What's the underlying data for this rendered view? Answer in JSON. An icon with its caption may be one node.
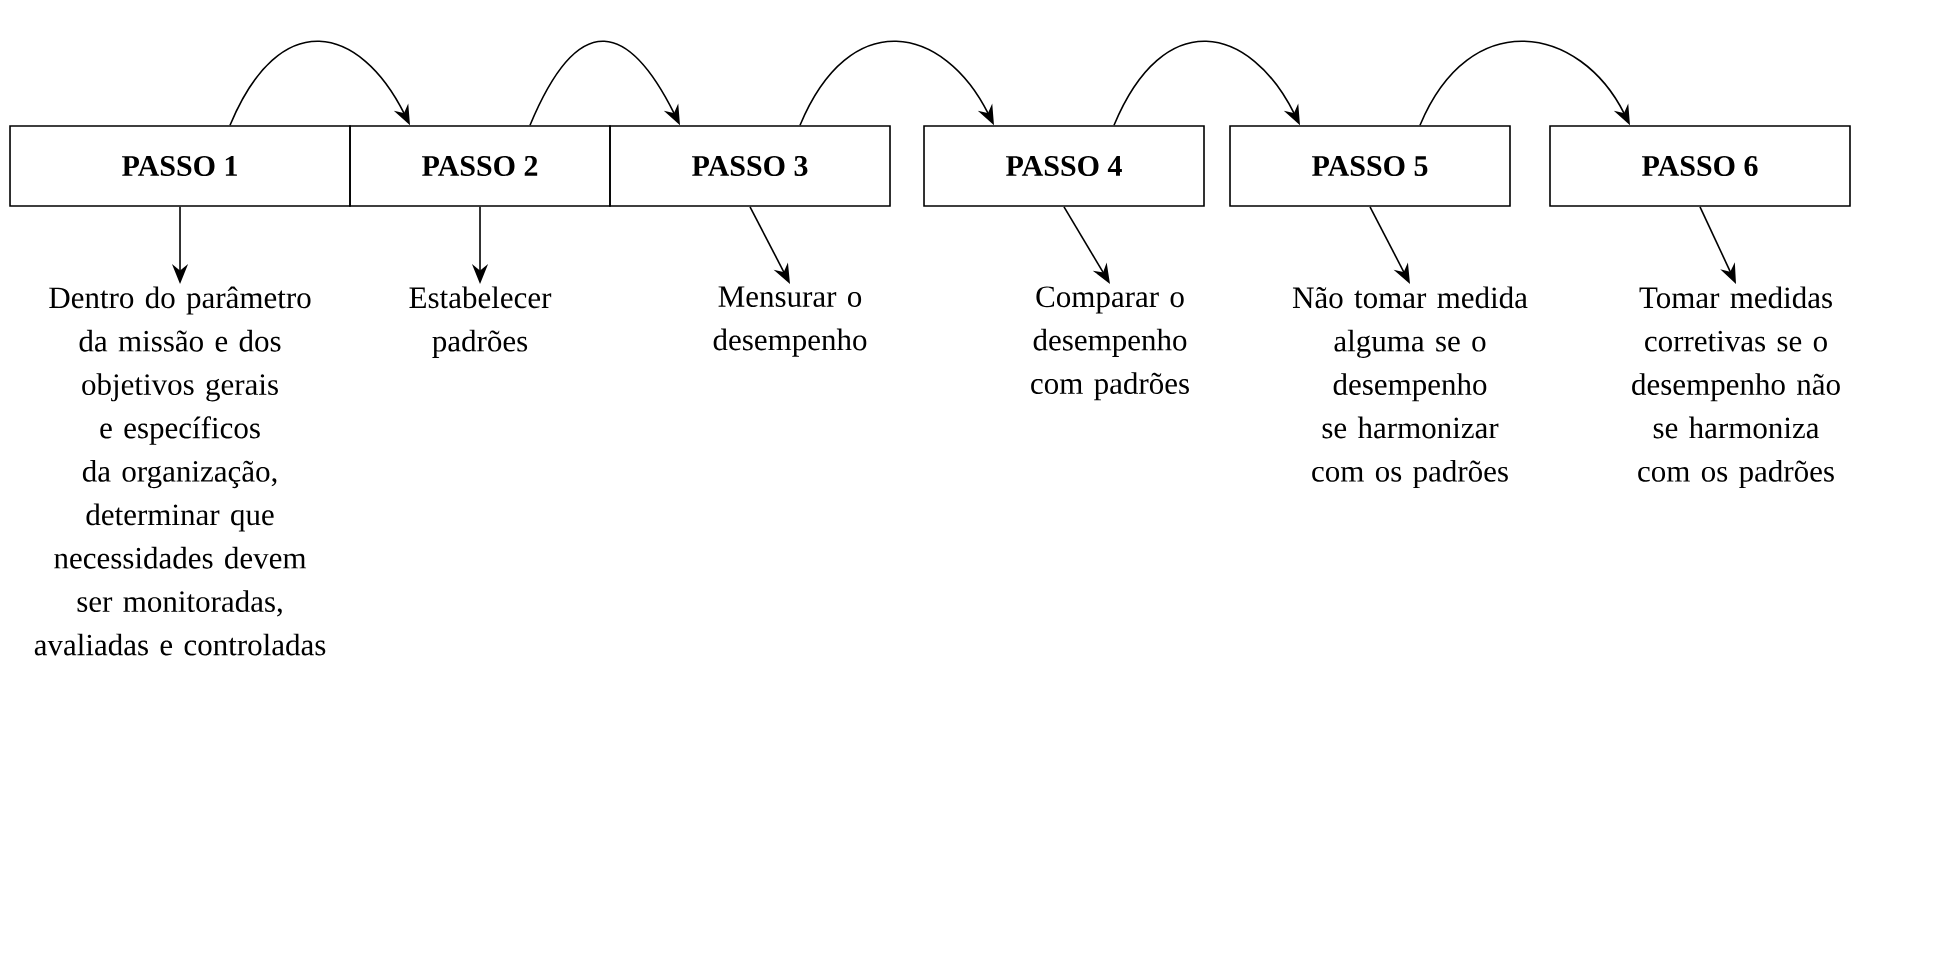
{
  "diagram": {
    "nodes": [
      {
        "text": [
          "PASSO 1"
        ]
      },
      {
        "text": [
          "PASSO 2"
        ]
      },
      {
        "text": [
          "PASSO 3"
        ]
      },
      {
        "text": [
          "PASSO 4"
        ]
      },
      {
        "text": [
          "PASSO 5"
        ]
      },
      {
        "text": [
          "PASSO 6"
        ]
      },
      {
        "text": [
          "Dentro do parâmetro da missão e dos objetivos gerais e específicos da organização, determinar que necessidades devem ser monitoradas, avaliadas e controladas"
        ]
      },
      {
        "text": [
          "Estabelecer padrões"
        ]
      },
      {
        "text": [
          "Mensurar o desempenho"
        ]
      },
      {
        "text": [
          "Comparar o desempenho com padrões"
        ]
      },
      {
        "text": [
          "Não tomar medida alguma se o desempenho se harmonizar com os padrões"
        ]
      },
      {
        "text": [
          "Tomar medidas corretivas se o desempenho não se harmoniza com os padrões"
        ]
      }
    ],
    "edges": [
      {
        "from": 0,
        "to": 1,
        "arrow": "to"
      },
      {
        "from": 1,
        "to": 2,
        "arrow": "to"
      },
      {
        "from": 2,
        "to": 3,
        "arrow": "to"
      },
      {
        "from": 3,
        "to": 4,
        "arrow": "to"
      },
      {
        "from": 4,
        "to": 5,
        "arrow": "to"
      },
      {
        "from": 0,
        "to": 6,
        "arrow": "to"
      },
      {
        "from": 1,
        "to": 7,
        "arrow": "to"
      },
      {
        "from": 2,
        "to": 8,
        "arrow": "to"
      },
      {
        "from": 3,
        "to": 9,
        "arrow": "to"
      },
      {
        "from": 4,
        "to": 10,
        "arrow": "to"
      },
      {
        "from": 5,
        "to": 11,
        "arrow": "to"
      }
    ]
  }
}
